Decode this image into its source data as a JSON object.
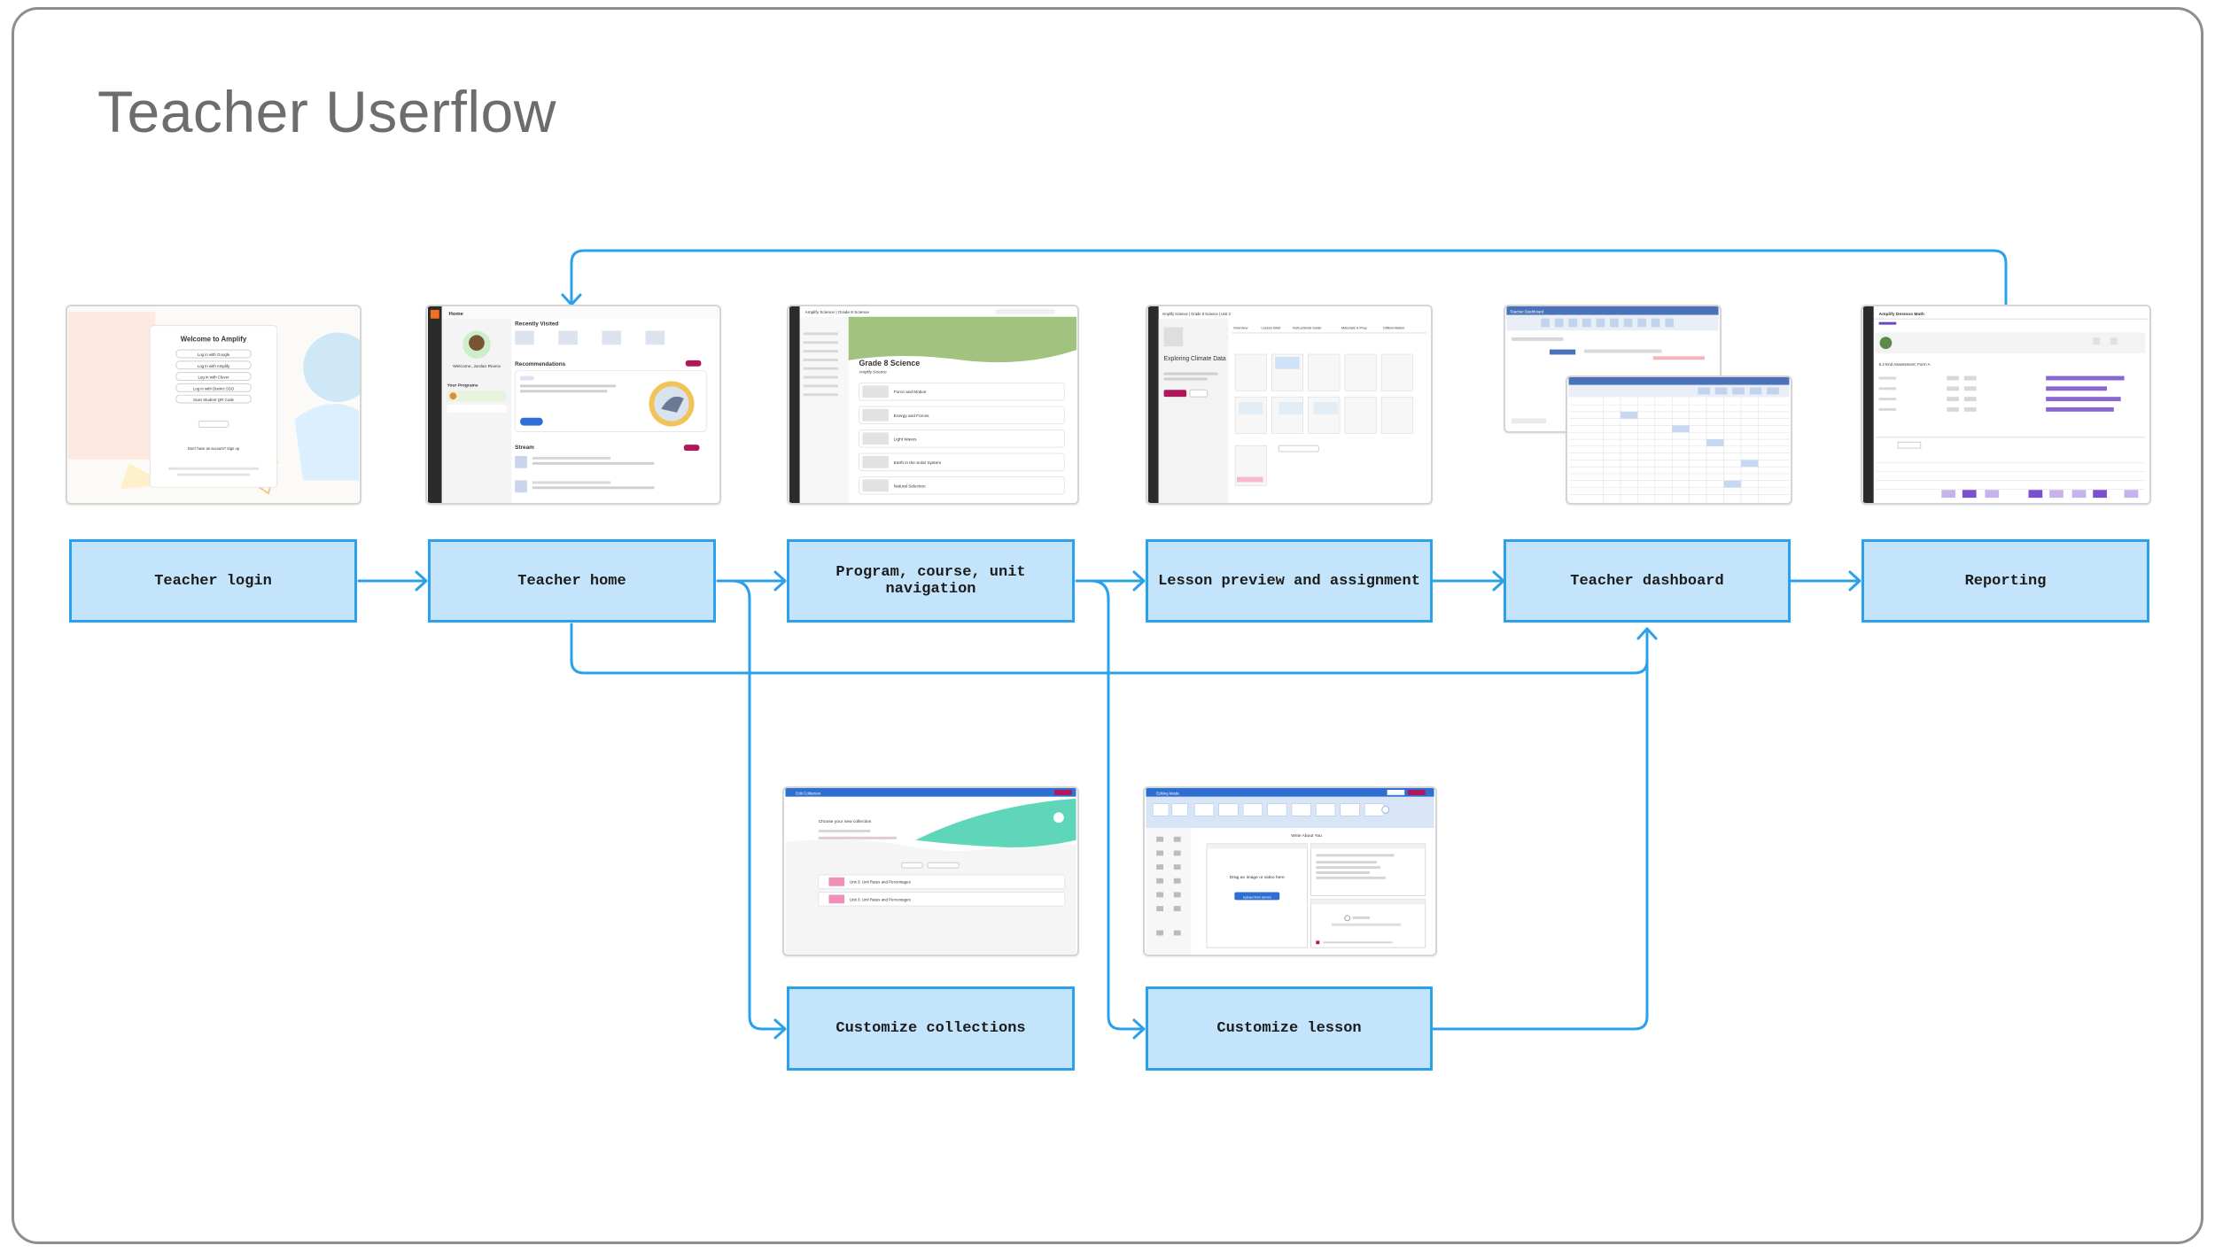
{
  "diagram": {
    "title": "Teacher Userflow"
  },
  "nodes": {
    "teacher_login": "Teacher login",
    "teacher_home": "Teacher home",
    "program_navigation": "Program, course, unit navigation",
    "lesson_preview": "Lesson preview and assignment",
    "teacher_dashboard": "Teacher dashboard",
    "reporting": "Reporting",
    "customize_collections": "Customize collections",
    "customize_lesson": "Customize lesson"
  },
  "thumbnails": {
    "login": {
      "heading": "Welcome to Amplify",
      "options": [
        "Log in with Google",
        "Log in with Amplify",
        "Log in with Clever",
        "Log in with District SSO",
        "Scan Student QR Code"
      ],
      "signup_prompt": "Don't have an account? Sign up"
    },
    "home": {
      "header": "Home",
      "welcome": "Welcome, Jordan Rivera",
      "recently_visited": "Recently Visited",
      "your_programs": "Your Programs",
      "recommendations": "Recommendations",
      "stream": "Stream"
    },
    "program": {
      "breadcrumb": "Amplify Science  |  Grade 8 Science",
      "title": "Grade 8 Science",
      "subtitle": "Amplify Science",
      "units": [
        "Force and Motion",
        "Energy and Forces",
        "Light Waves",
        "Earth in the Solar System",
        "Natural Selection"
      ]
    },
    "lesson": {
      "header": "Amplify Science  |  Grade 8 Science  |  Unit 2",
      "title": "Exploring Climate Data",
      "tabs": [
        "Overview",
        "Lesson Brief",
        "Instructional Guide",
        "Materials & Prep",
        "Differentiation"
      ]
    },
    "dashboard": {
      "header": "Teacher Dashboard"
    },
    "reporting": {
      "header": "Amplify Desmos Math",
      "assessment": "6.2 End Assessment: Form A"
    },
    "collections": {
      "header": "Edit Collection",
      "name_prompt": "Choose your new collection",
      "items": [
        "Unit 3: Unit Rates and Percentages",
        "Unit 3: Unit Rates and Percentages"
      ]
    },
    "lesson_editor": {
      "header": "Editing Mode",
      "section": "Write About You",
      "drop_text": "Drag an image or video here",
      "upload_button": "Upload from device"
    }
  },
  "colors": {
    "node_fill": "#c3e4fb",
    "node_border": "#2aa1ea",
    "connector": "#2aa1ea",
    "frame_border": "#8e8e8e",
    "title_text": "#6d6d6d"
  }
}
